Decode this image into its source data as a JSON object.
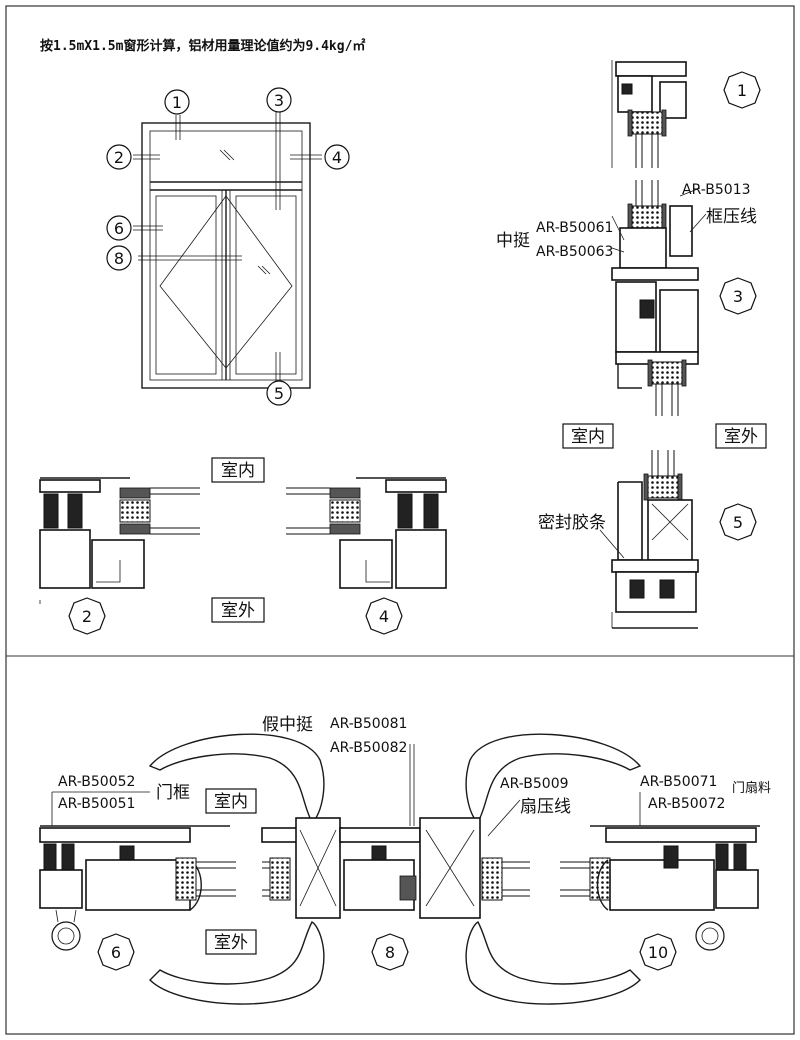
{
  "header": {
    "title": "按1.5mX1.5m窗形计算，铝材用量理论值约为9.4kg/㎡"
  },
  "callouts": [
    "1",
    "2",
    "3",
    "4",
    "5",
    "6",
    "8",
    "10"
  ],
  "labels": {
    "indoor": "室内",
    "outdoor": "室外",
    "mullion": "中挺",
    "frame_bead": "框压线",
    "seal_strip": "密封胶条",
    "fake_mullion": "假中挺",
    "door_frame": "门框",
    "sash_bead": "扇压线",
    "door_sash": "门扇料"
  },
  "part_codes": {
    "b5013": "AR-B5013",
    "b50061": "AR-B50061",
    "b50063": "AR-B50063",
    "b50081": "AR-B50081",
    "b50082": "AR-B50082",
    "b50052": "AR-B50052",
    "b50051": "AR-B50051",
    "b5009": "AR-B5009",
    "b50071": "AR-B50071",
    "b50072": "AR-B50072"
  }
}
